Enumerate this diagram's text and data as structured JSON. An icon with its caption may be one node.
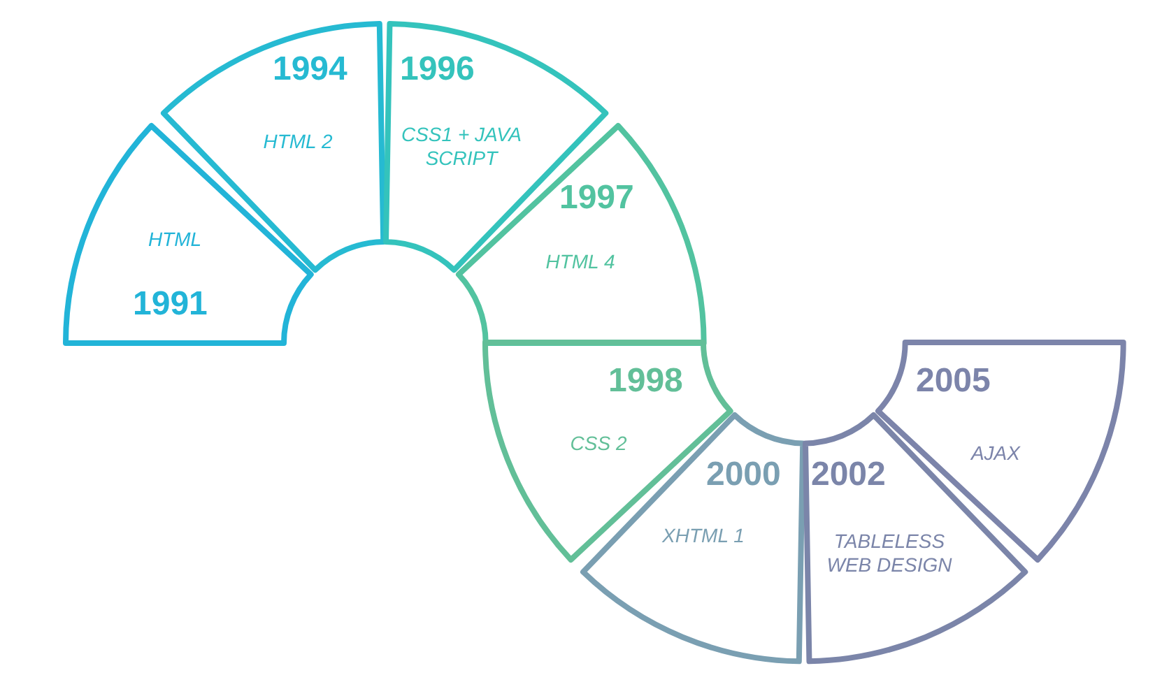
{
  "diagram": {
    "nodes": [
      {
        "text": [
          "HTML",
          "1991"
        ]
      },
      {
        "text": [
          "1994",
          "HTML 2"
        ]
      },
      {
        "text": [
          "1996",
          "CSS1 + JAVA SCRIPT"
        ]
      },
      {
        "text": [
          "1997",
          "HTML 4"
        ]
      },
      {
        "text": [
          "1998",
          "CSS 2"
        ]
      },
      {
        "text": [
          "2000",
          "XHTML 1"
        ]
      },
      {
        "text": [
          "2002",
          "TABLELESS WEB DESIGN"
        ]
      },
      {
        "text": [
          "2005",
          "AJAX"
        ]
      }
    ]
  }
}
